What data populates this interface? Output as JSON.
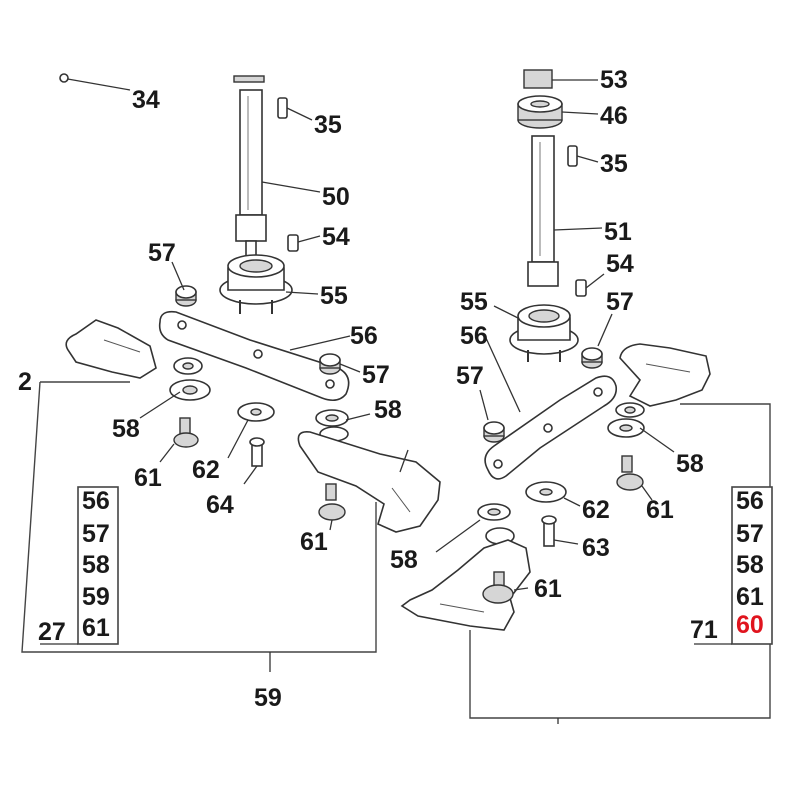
{
  "left_assembly": {
    "labels": {
      "n34": "34",
      "n35": "35",
      "n50": "50",
      "n54": "54",
      "n57a": "57",
      "n55": "55",
      "n56": "56",
      "n57b": "57",
      "n58a": "58",
      "n58b": "58",
      "n61a": "61",
      "n62": "62",
      "n64": "64",
      "n61b": "61",
      "n2": "2",
      "n59": "59"
    },
    "kit": {
      "items": [
        "56",
        "57",
        "58",
        "59",
        "61"
      ],
      "number": "27"
    }
  },
  "right_assembly": {
    "labels": {
      "n53": "53",
      "n46": "46",
      "n35": "35",
      "n51": "51",
      "n54": "54",
      "n55": "55",
      "n57a": "57",
      "n56": "56",
      "n57b": "57",
      "n58a": "58",
      "n61a": "61",
      "n62": "62",
      "n63": "63",
      "n58b": "58",
      "n61b": "61"
    },
    "kit": {
      "items": [
        "56",
        "57",
        "58",
        "61"
      ],
      "highlight_item": "60",
      "number": "71"
    }
  },
  "colors": {
    "line": "#333333",
    "label": "#1a1a1a",
    "highlight": "#e0141e",
    "fill_grey": "#d6d6d6"
  }
}
